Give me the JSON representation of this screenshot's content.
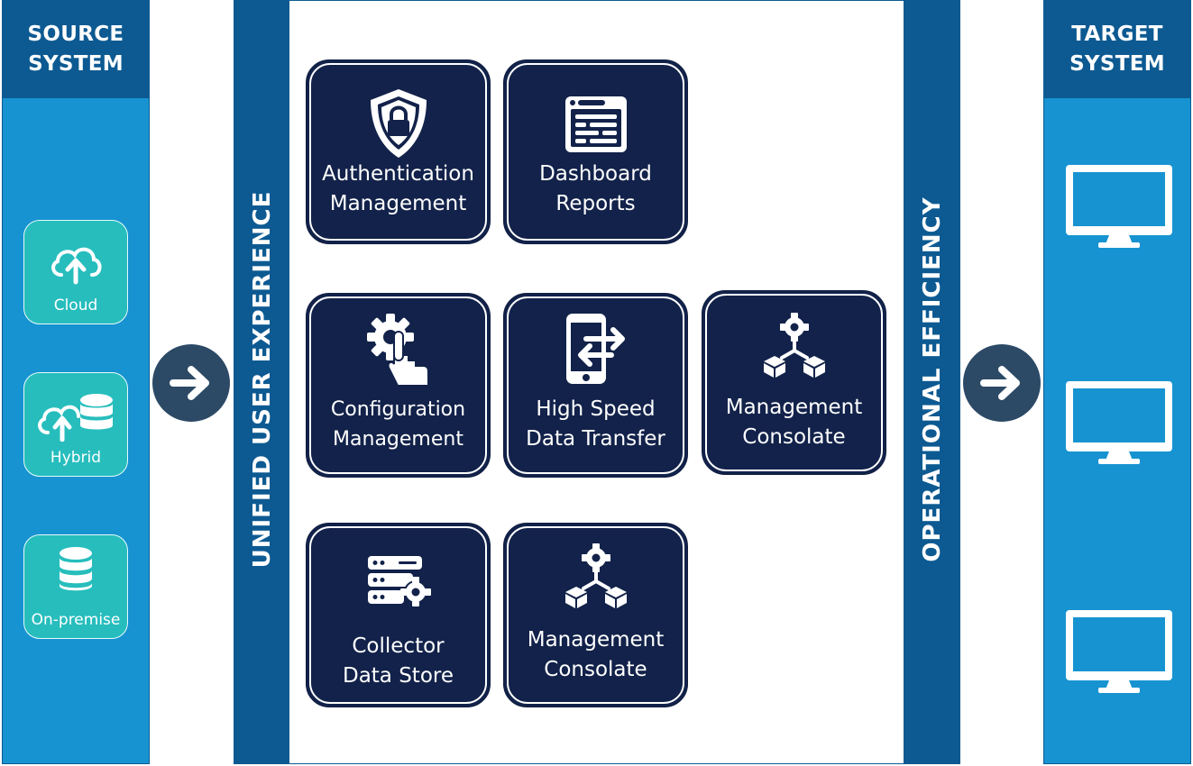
{
  "source": {
    "title": "SOURCE\nSYSTEM",
    "items": [
      {
        "label": "Cloud",
        "icon": "cloud-upload-icon"
      },
      {
        "label": "Hybrid",
        "icon": "cloud-database-icon"
      },
      {
        "label": "On-premise",
        "icon": "database-icon"
      }
    ]
  },
  "center": {
    "left_banner": "UNIFIED USER EXPERIENCE",
    "right_banner": "OPERATIONAL EFFICIENCY",
    "modules": [
      {
        "label": "Authentication\nManagement",
        "icon": "shield-lock-icon"
      },
      {
        "label": "Dashboard\nReports",
        "icon": "dashboard-report-icon"
      },
      {
        "label": "Configuration\nManagement",
        "icon": "gear-hand-icon"
      },
      {
        "label": "High Speed\nData Transfer",
        "icon": "phone-transfer-icon"
      },
      {
        "label": "Management\nConsolate",
        "icon": "gear-cubes-icon"
      },
      {
        "label": "Collector\nData Store",
        "icon": "server-gear-icon"
      },
      {
        "label": "Management\nConsolate",
        "icon": "gear-cubes-icon"
      }
    ]
  },
  "target": {
    "title": "TARGET\nSYSTEM",
    "monitor_icon": "monitor-icon",
    "monitor_count": 3
  },
  "colors": {
    "panel_blue": "#1793d1",
    "header_blue": "#0d5a92",
    "tile_teal": "#27bdbd",
    "module_navy": "#12224a",
    "arrow_circle": "#2c4a66"
  }
}
